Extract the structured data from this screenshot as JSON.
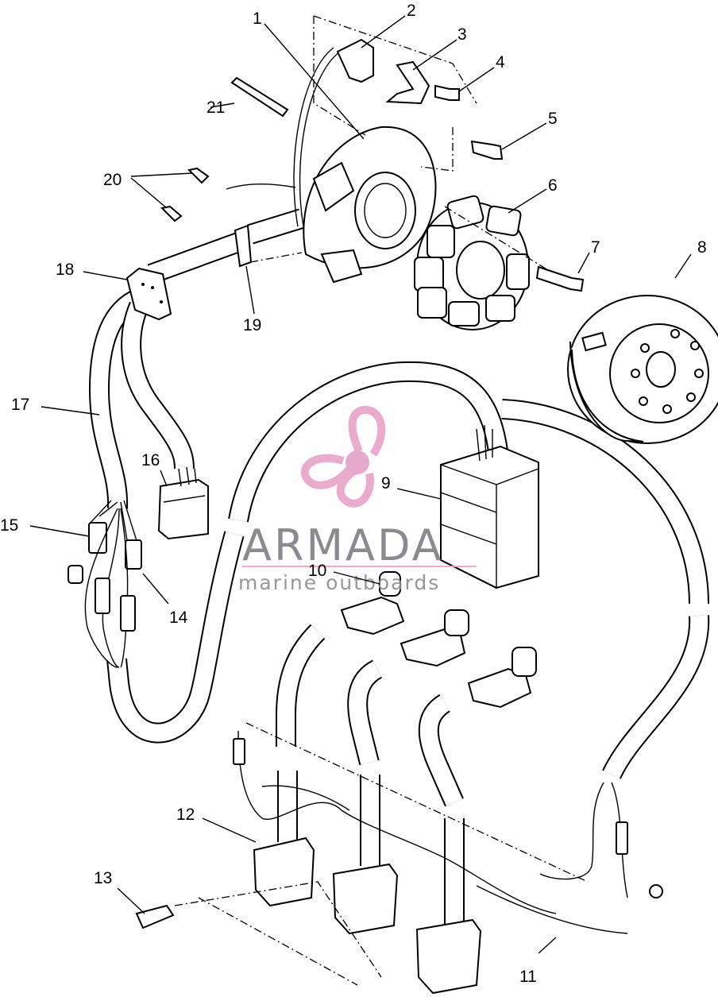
{
  "diagram": {
    "callouts": [
      {
        "id": "c1",
        "text": "1"
      },
      {
        "id": "c2",
        "text": "2"
      },
      {
        "id": "c3",
        "text": "3"
      },
      {
        "id": "c4",
        "text": "4"
      },
      {
        "id": "c5",
        "text": "5"
      },
      {
        "id": "c6",
        "text": "6"
      },
      {
        "id": "c7",
        "text": "7"
      },
      {
        "id": "c8",
        "text": "8"
      },
      {
        "id": "c9",
        "text": "9"
      },
      {
        "id": "c10",
        "text": "10"
      },
      {
        "id": "c11",
        "text": "11"
      },
      {
        "id": "c12",
        "text": "12"
      },
      {
        "id": "c13",
        "text": "13"
      },
      {
        "id": "c14",
        "text": "14"
      },
      {
        "id": "c15",
        "text": "15"
      },
      {
        "id": "c16",
        "text": "16"
      },
      {
        "id": "c17",
        "text": "17"
      },
      {
        "id": "c18",
        "text": "18"
      },
      {
        "id": "c19",
        "text": "19"
      },
      {
        "id": "c20",
        "text": "20"
      },
      {
        "id": "c21",
        "text": "21"
      }
    ]
  },
  "watermark": {
    "brand": "ARMADA",
    "tagline": "marine outboards",
    "logo_color": "#e8a2c8",
    "logo_center_color": "#e2a0c6"
  }
}
